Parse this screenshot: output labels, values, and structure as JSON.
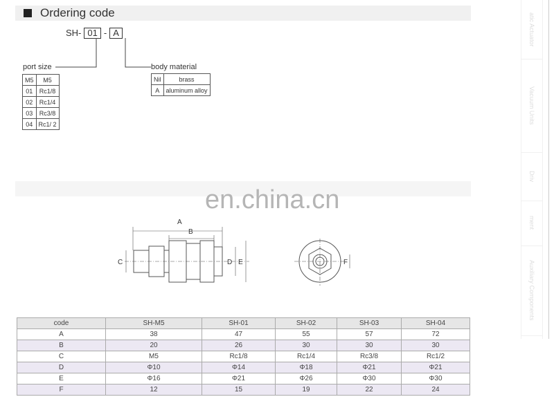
{
  "section_title": "Ordering code",
  "code": {
    "prefix": "SH-",
    "port": "01",
    "sep": "-",
    "material": "A"
  },
  "port_size": {
    "label": "port size",
    "rows": [
      [
        "M5",
        "M5"
      ],
      [
        "01",
        "Rc1/8"
      ],
      [
        "02",
        "Rc1/4"
      ],
      [
        "03",
        "Rc3/8"
      ],
      [
        "04",
        "Rc1/ 2"
      ]
    ]
  },
  "body_material": {
    "label": "body material",
    "rows": [
      [
        "Nil",
        "brass"
      ],
      [
        "A",
        "aluminum alloy"
      ]
    ]
  },
  "watermark": "en.china.cn",
  "diagram_labels": {
    "a": "A",
    "b": "B",
    "c": "C",
    "d": "D",
    "e": "E",
    "f": "F"
  },
  "spec_table": {
    "headers": [
      "code",
      "SH-M5",
      "SH-01",
      "SH-02",
      "SH-03",
      "SH-04"
    ],
    "rows": [
      [
        "A",
        "38",
        "47",
        "55",
        "57",
        "72"
      ],
      [
        "B",
        "20",
        "26",
        "30",
        "30",
        "30"
      ],
      [
        "C",
        "M5",
        "Rc1/8",
        "Rc1/4",
        "Rc3/8",
        "Rc1/2"
      ],
      [
        "D",
        "Φ10",
        "Φ14",
        "Φ18",
        "Φ21",
        "Φ21"
      ],
      [
        "E",
        "Φ16",
        "Φ21",
        "Φ26",
        "Φ30",
        "Φ30"
      ],
      [
        "F",
        "12",
        "15",
        "19",
        "22",
        "24"
      ]
    ]
  },
  "sidebar_tabs": [
    "atic Actuator",
    "Vacuum Units",
    "Driv",
    "ment",
    "Auxiliary Components"
  ]
}
